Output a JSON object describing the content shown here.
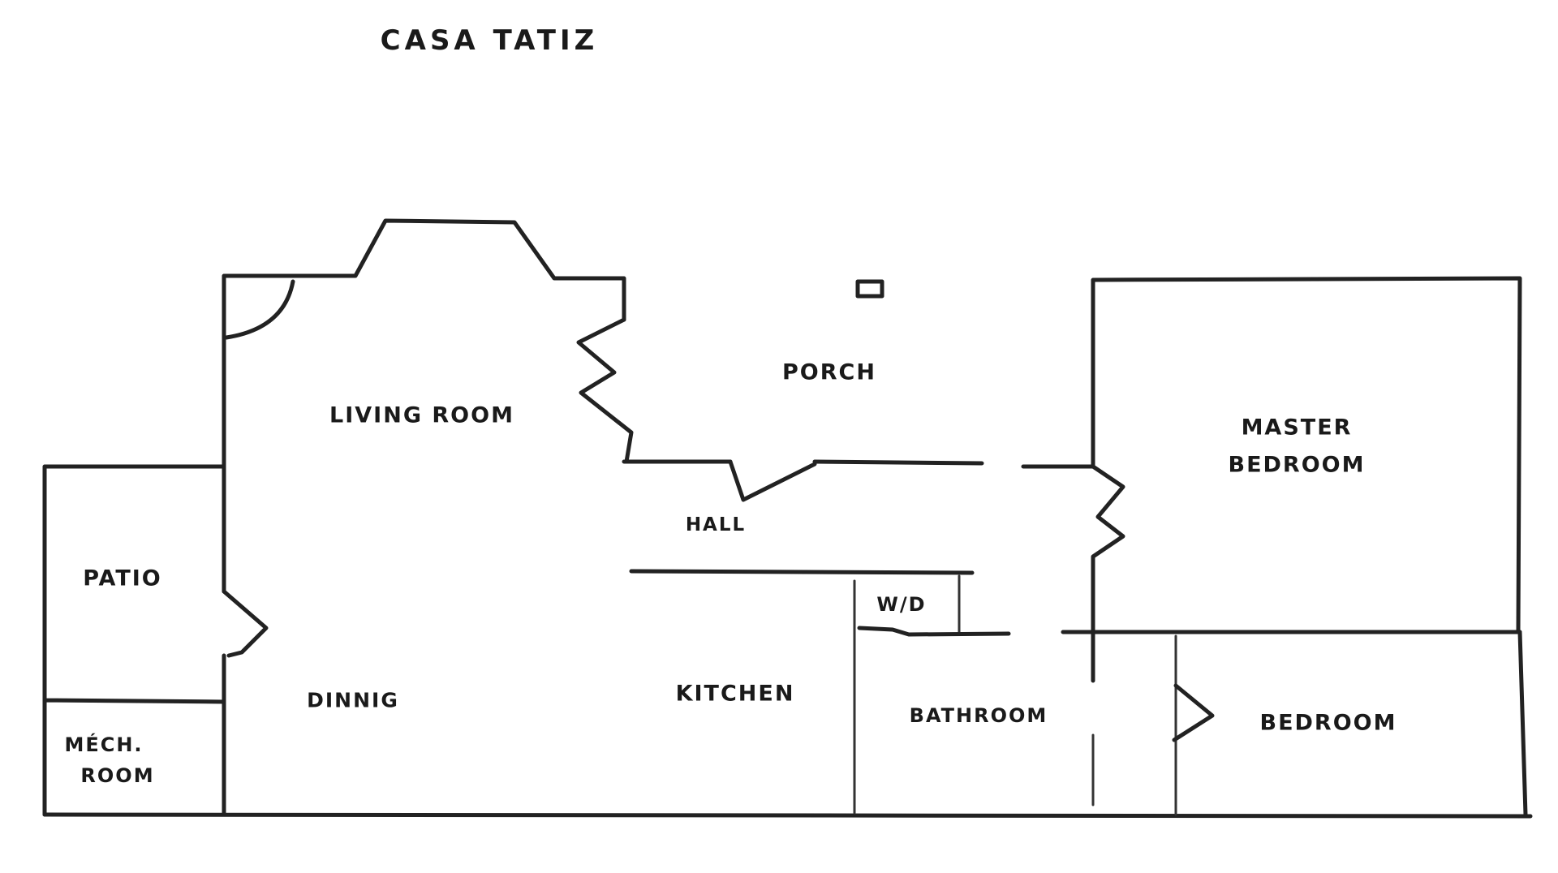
{
  "title": "CASA TATIZ",
  "rooms": {
    "living_room": "LIVING ROOM",
    "porch": "PORCH",
    "master_bedroom_line1": "MASTER",
    "master_bedroom_line2": "BEDROOM",
    "hall": "HALL",
    "patio": "PATIO",
    "wd": "W/D",
    "dining": "DINNIG",
    "kitchen": "KITCHEN",
    "bathroom": "BATHROOM",
    "bedroom": "BEDROOM",
    "mech_line1": "MÉCH.",
    "mech_line2": "ROOM"
  }
}
